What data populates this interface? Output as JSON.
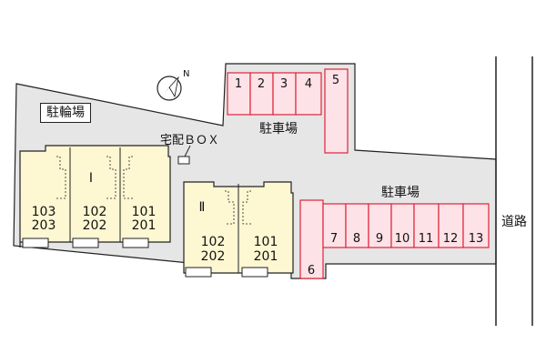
{
  "labels": {
    "bicycle_parking": "駐輪場",
    "parking_top": "駐車場",
    "parking_right": "駐車場",
    "delivery_box": "宅配ＢＯＸ",
    "road": "道路",
    "north": "N"
  },
  "buildings": [
    {
      "name": "Ⅰ",
      "units": [
        {
          "lower": "103",
          "upper": "203"
        },
        {
          "lower": "102",
          "upper": "202"
        },
        {
          "lower": "101",
          "upper": "201"
        }
      ]
    },
    {
      "name": "Ⅱ",
      "units": [
        {
          "lower": "102",
          "upper": "202"
        },
        {
          "lower": "101",
          "upper": "201"
        }
      ]
    }
  ],
  "parking_slots_top": [
    "1",
    "2",
    "3",
    "4",
    "5"
  ],
  "parking_slots_right": [
    "6",
    "7",
    "8",
    "9",
    "10",
    "11",
    "12",
    "13"
  ],
  "colors": {
    "lot": "#e6e6e6",
    "building": "#fdf7d2",
    "parking_fill": "#fde2e7",
    "parking_border": "#e0233a",
    "outline": "#222222"
  }
}
